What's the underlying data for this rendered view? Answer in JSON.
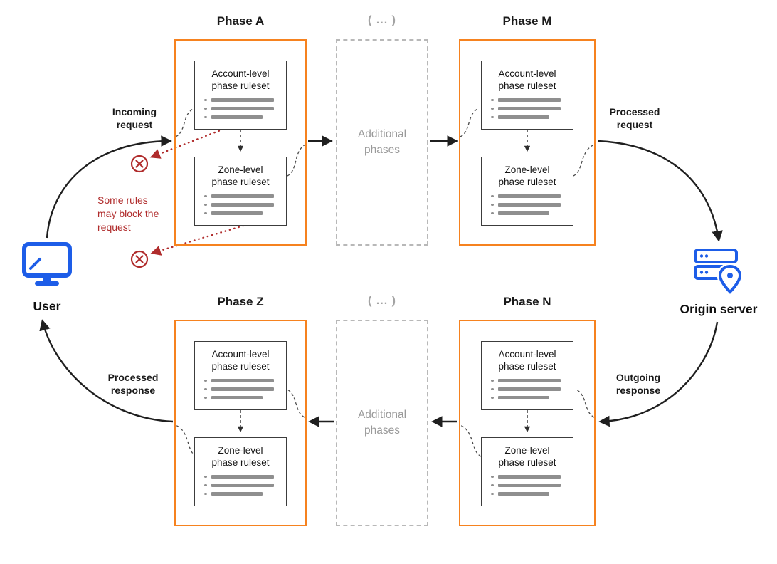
{
  "colors": {
    "phase_border_orange": "#f6821f",
    "node_icon_blue": "#1d5de8",
    "block_red": "#b02c2c",
    "muted_gray": "#9a9a9a",
    "arrow_dark": "#1f1f1f"
  },
  "nodes": {
    "user": {
      "label": "User",
      "icon": "monitor-icon"
    },
    "origin": {
      "label": "Origin server",
      "icon": "server-location-pin-icon"
    }
  },
  "phases": [
    {
      "title": "Phase A"
    },
    {
      "title": "Phase M"
    },
    {
      "title": "Phase Z"
    },
    {
      "title": "Phase N"
    }
  ],
  "ruleset_labels": {
    "account": "Account-level phase ruleset",
    "zone": "Zone-level phase ruleset"
  },
  "additional_phases": {
    "header": "( ... )",
    "body": "Additional phases"
  },
  "flow_labels": {
    "incoming_request": "Incoming request",
    "processed_request": "Processed request",
    "outgoing_response": "Outgoing response",
    "processed_response": "Processed response"
  },
  "block_note": "Some rules may block the request"
}
